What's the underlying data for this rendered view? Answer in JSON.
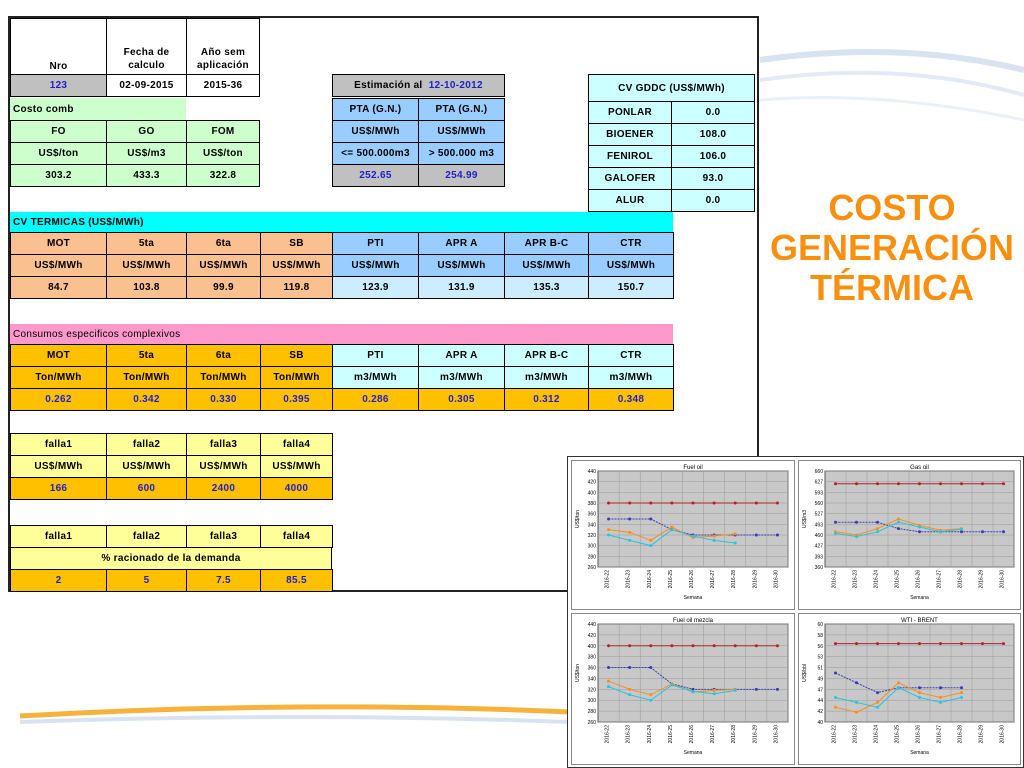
{
  "header": {
    "nro_label": "Nro",
    "fecha_label": "Fecha de calculo",
    "anio_label": "Año sem aplicación",
    "nro_value": "123",
    "fecha_value": "02-09-2015",
    "anio_value": "2015-36"
  },
  "costo_comb": {
    "label": "Costo comb",
    "cols": [
      "FO",
      "GO",
      "FOM"
    ],
    "units": [
      "US$/ton",
      "US$/m3",
      "US$/ton"
    ],
    "values": [
      "303.2",
      "433.3",
      "322.8"
    ]
  },
  "estimacion": {
    "label": "Estimación al",
    "date": "12-10-2012",
    "cols": [
      "PTA (G.N.)",
      "PTA (G.N.)"
    ],
    "units": [
      "US$/MWh",
      "US$/MWh"
    ],
    "ranges": [
      "<= 500.000m3",
      "> 500.000 m3"
    ],
    "values": [
      "252.65",
      "254.99"
    ]
  },
  "cv_gddc": {
    "title": "CV GDDC (US$/MWh)",
    "rows": [
      {
        "name": "PONLAR",
        "value": "0.0"
      },
      {
        "name": "BIOENER",
        "value": "108.0"
      },
      {
        "name": "FENIROL",
        "value": "106.0"
      },
      {
        "name": "GALOFER",
        "value": "93.0"
      },
      {
        "name": "ALUR",
        "value": "0.0"
      }
    ]
  },
  "cv_termicas": {
    "title": "CV TERMICAS (US$/MWh)",
    "cols": [
      "MOT",
      "5ta",
      "6ta",
      "SB",
      "PTI",
      "APR A",
      "APR B-C",
      "CTR"
    ],
    "units": [
      "US$/MWh",
      "US$/MWh",
      "US$/MWh",
      "US$/MWh",
      "US$/MWh",
      "US$/MWh",
      "US$/MWh",
      "US$/MWh"
    ],
    "values": [
      "84.7",
      "103.8",
      "99.9",
      "119.8",
      "123.9",
      "131.9",
      "135.3",
      "150.7"
    ]
  },
  "consumos": {
    "title": "Consumos especificos complexivos",
    "cols": [
      "MOT",
      "5ta",
      "6ta",
      "SB",
      "PTI",
      "APR A",
      "APR B-C",
      "CTR"
    ],
    "units": [
      "Ton/MWh",
      "Ton/MWh",
      "Ton/MWh",
      "Ton/MWh",
      "m3/MWh",
      "m3/MWh",
      "m3/MWh",
      "m3/MWh"
    ],
    "values": [
      "0.262",
      "0.342",
      "0.330",
      "0.395",
      "0.286",
      "0.305",
      "0.312",
      "0.348"
    ]
  },
  "falla_costos": {
    "cols": [
      "falla1",
      "falla2",
      "falla3",
      "falla4"
    ],
    "units": [
      "US$/MWh",
      "US$/MWh",
      "US$/MWh",
      "US$/MWh"
    ],
    "values": [
      "166",
      "600",
      "2400",
      "4000"
    ]
  },
  "falla_racionado": {
    "cols": [
      "falla1",
      "falla2",
      "falla3",
      "falla4"
    ],
    "label": "% racionado de la demanda",
    "values": [
      "2",
      "5",
      "7.5",
      "85.5"
    ]
  },
  "slide_title": {
    "line1": "COSTO",
    "line2": "GENERACIÓN",
    "line3": "TÉRMICA"
  },
  "colors": {
    "title_orange": "#f79010",
    "header_blue": "#1f1fcc"
  },
  "chart_data": [
    {
      "type": "line",
      "title": "Fuel oil",
      "xlabel": "Semana",
      "ylabel": "US$/ton",
      "ylim": [
        260,
        440
      ],
      "x": [
        "2016-22",
        "2016-23",
        "2016-24",
        "2016-25",
        "2016-26",
        "2016-27",
        "2016-28",
        "2016-29",
        "2016-30"
      ],
      "series": [
        {
          "values": [
            380,
            380,
            380,
            380,
            380,
            380,
            380,
            380,
            380
          ]
        },
        {
          "values": [
            350,
            350,
            350,
            330,
            320,
            320,
            320,
            320,
            320
          ]
        },
        {
          "values": [
            330,
            325,
            310,
            335,
            315,
            318,
            322,
            null,
            null
          ]
        },
        {
          "values": [
            320,
            310,
            300,
            330,
            318,
            310,
            305,
            null,
            null
          ]
        }
      ]
    },
    {
      "type": "line",
      "title": "Gas oil",
      "xlabel": "Semana",
      "ylabel": "US$/m3",
      "ylim": [
        360,
        660
      ],
      "x": [
        "2016-22",
        "2016-23",
        "2016-24",
        "2016-25",
        "2016-26",
        "2016-27",
        "2016-28",
        "2016-29",
        "2016-30"
      ],
      "series": [
        {
          "values": [
            620,
            620,
            620,
            620,
            620,
            620,
            620,
            620,
            620
          ]
        },
        {
          "values": [
            500,
            500,
            500,
            480,
            470,
            470,
            470,
            470,
            470
          ]
        },
        {
          "values": [
            470,
            460,
            480,
            510,
            490,
            475,
            480,
            null,
            null
          ]
        },
        {
          "values": [
            465,
            455,
            470,
            500,
            485,
            470,
            478,
            null,
            null
          ]
        }
      ]
    },
    {
      "type": "line",
      "title": "Fuel oil mezcla",
      "xlabel": "Semana",
      "ylabel": "US$/ton",
      "ylim": [
        260,
        440
      ],
      "x": [
        "2016-22",
        "2016-23",
        "2016-24",
        "2016-25",
        "2016-26",
        "2016-27",
        "2016-28",
        "2016-29",
        "2016-30"
      ],
      "series": [
        {
          "values": [
            400,
            400,
            400,
            400,
            400,
            400,
            400,
            400,
            400
          ]
        },
        {
          "values": [
            360,
            360,
            360,
            330,
            320,
            320,
            320,
            320,
            320
          ]
        },
        {
          "values": [
            335,
            320,
            310,
            330,
            315,
            318,
            320,
            null,
            null
          ]
        },
        {
          "values": [
            325,
            310,
            300,
            328,
            316,
            312,
            318,
            null,
            null
          ]
        }
      ]
    },
    {
      "type": "line",
      "title": "WTI - BRENT",
      "xlabel": "Semana",
      "ylabel": "US$/bbl",
      "ylim": [
        40,
        60
      ],
      "x": [
        "2016-22",
        "2016-23",
        "2016-24",
        "2016-25",
        "2016-26",
        "2016-27",
        "2016-28",
        "2016-29",
        "2016-30"
      ],
      "series": [
        {
          "values": [
            56,
            56,
            56,
            56,
            56,
            56,
            56,
            56,
            56
          ]
        },
        {
          "values": [
            50,
            48,
            46,
            47,
            47,
            47,
            47,
            null,
            null
          ]
        },
        {
          "values": [
            43,
            42,
            44,
            48,
            46,
            45,
            46,
            null,
            null
          ]
        },
        {
          "values": [
            45,
            44,
            43,
            47,
            45,
            44,
            45,
            null,
            null
          ]
        }
      ]
    }
  ]
}
